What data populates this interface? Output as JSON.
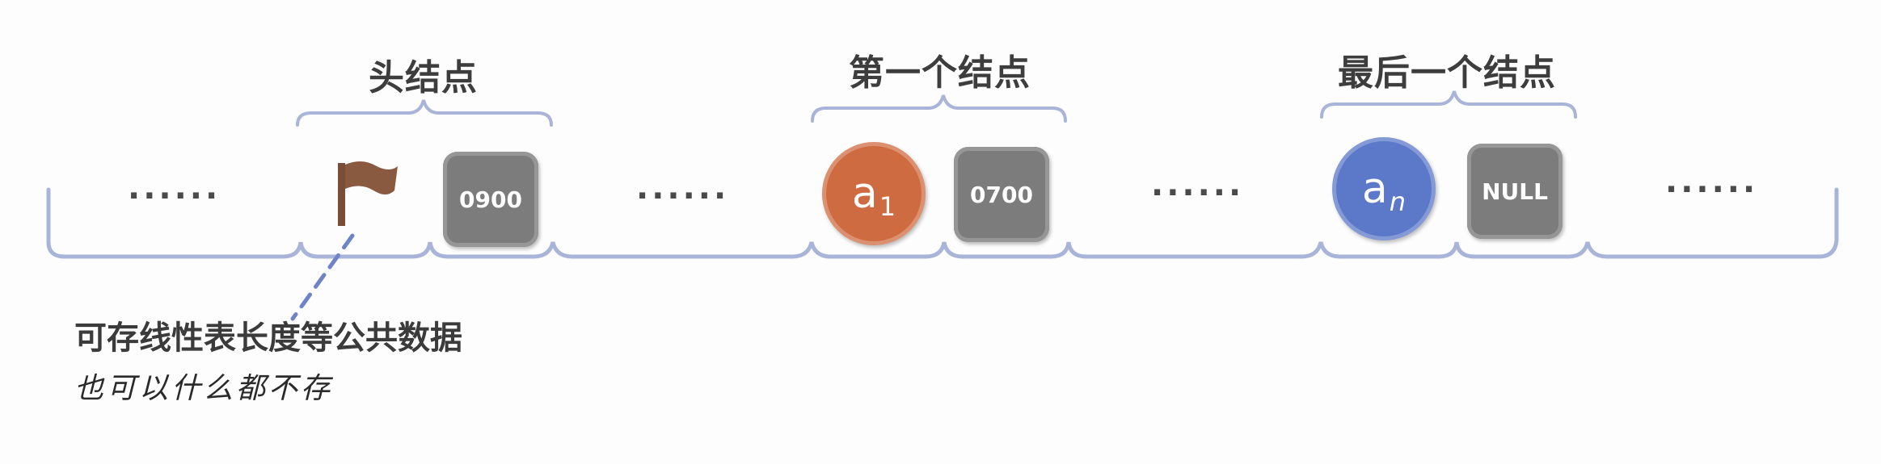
{
  "labels": {
    "head_node": "头结点",
    "first_node": "第一个结点",
    "last_node": "最后一个结点"
  },
  "segments": {
    "ellipsis": "......"
  },
  "head": {
    "flag_icon": "flag-icon",
    "pointer": "0900"
  },
  "first": {
    "data_main": "a",
    "data_sub": "1",
    "pointer": "0700"
  },
  "last": {
    "data_main": "a",
    "data_sub": "n",
    "pointer": "NULL"
  },
  "notes": {
    "printed": "可存线性表长度等公共数据",
    "handwritten": "也可以什么都不存"
  },
  "colors": {
    "track_line": "#a9b5d8",
    "brace_line": "#a9b5d8",
    "pointer_box": "#7c7c7c",
    "a1_circle": "#cf6b40",
    "an_circle": "#5b78c9",
    "flag": "#8a5a40",
    "dashed_pointer": "#6f84c6"
  }
}
